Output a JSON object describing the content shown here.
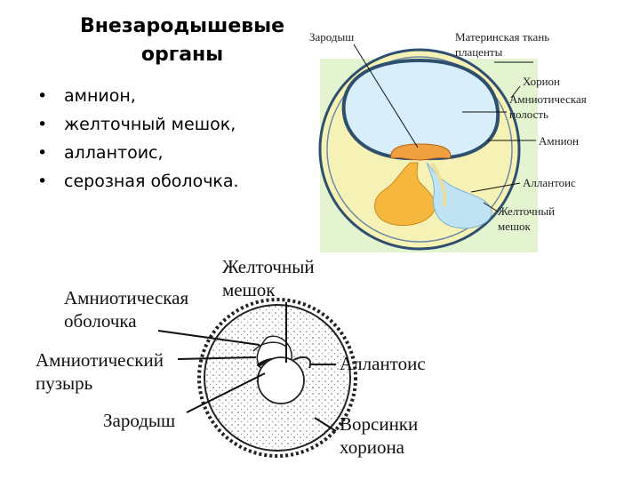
{
  "title_lines": [
    "Внезародышевые",
    "органы"
  ],
  "bullets": [
    "амнион,",
    "желточный мешок,",
    "аллантоис,",
    "серозная оболочка."
  ],
  "diagram_a": {
    "labels": {
      "embryo": "Зародыш",
      "maternal_tissue_1": "Материнская ткань",
      "maternal_tissue_2": "плаценты",
      "chorion": "Хорион",
      "amniotic_cavity_1": "Амниотическая",
      "amniotic_cavity_2": "полость",
      "amnion": "Амнион",
      "allantois": "Аллантоис",
      "yolk_sac_1": "Желточный",
      "yolk_sac_2": "мешок"
    },
    "colors": {
      "background": "#e4f4d0",
      "outer_ring": "#f6f1b4",
      "cavity": "#d8eefa",
      "embryo": "#f0a040",
      "yolk": "#f5b73e",
      "allantois": "#bfe3f3"
    }
  },
  "diagram_b": {
    "labels": {
      "yolk_sac_1": "Желточный",
      "yolk_sac_2": "мешок",
      "amniotic_membrane_1": "Амниотическая",
      "amniotic_membrane_2": "оболочка",
      "amniotic_vesicle_1": "Амниотический",
      "amniotic_vesicle_2": "пузырь",
      "allantois": "Аллантоис",
      "embryo": "Зародыш",
      "chorion_villi_1": "Ворсинки",
      "chorion_villi_2": "хориона"
    }
  }
}
